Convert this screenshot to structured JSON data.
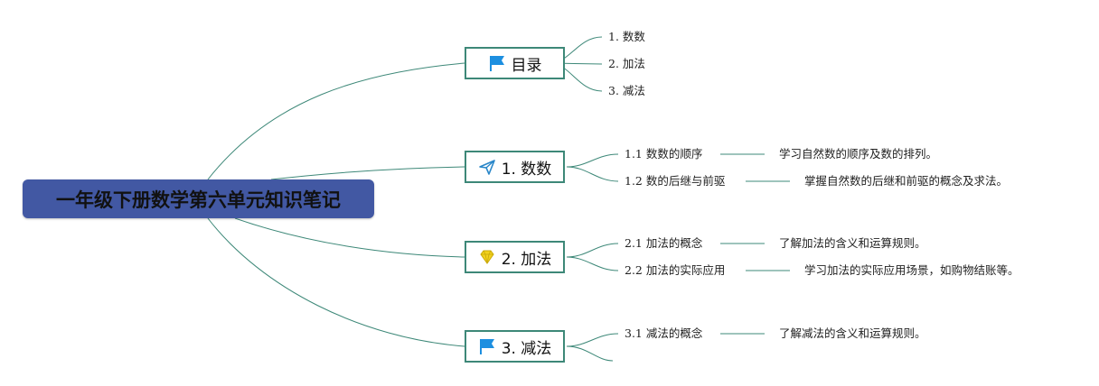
{
  "root": {
    "title": "一年级下册数学第六单元知识笔记"
  },
  "branches": [
    {
      "label": "目录",
      "icon": "flag-icon",
      "children": [
        {
          "label": "1. 数数"
        },
        {
          "label": "2. 加法"
        },
        {
          "label": "3. 减法"
        }
      ]
    },
    {
      "label": "1. 数数",
      "icon": "paper-plane-icon",
      "children": [
        {
          "label": "1.1 数数的顺序",
          "note": "学习自然数的顺序及数的排列。"
        },
        {
          "label": "1.2 数的后继与前驱",
          "note": "掌握自然数的后继和前驱的概念及求法。"
        }
      ]
    },
    {
      "label": "2. 加法",
      "icon": "diamond-icon",
      "children": [
        {
          "label": "2.1 加法的概念",
          "note": "了解加法的含义和运算规则。"
        },
        {
          "label": "2.2 加法的实际应用",
          "note": "学习加法的实际应用场景，如购物结账等。"
        }
      ]
    },
    {
      "label": "3. 减法",
      "icon": "flag-icon",
      "children": [
        {
          "label": "3.1 减法的概念",
          "note": "了解减法的含义和运算规则。"
        },
        {
          "label": ""
        }
      ]
    }
  ],
  "colors": {
    "root_bg": "#4258a3",
    "border": "#3d8878",
    "line": "#3d8878",
    "flag": "#1d8fe0",
    "plane": "#2a87c9",
    "diamond": "#f2d21d"
  }
}
